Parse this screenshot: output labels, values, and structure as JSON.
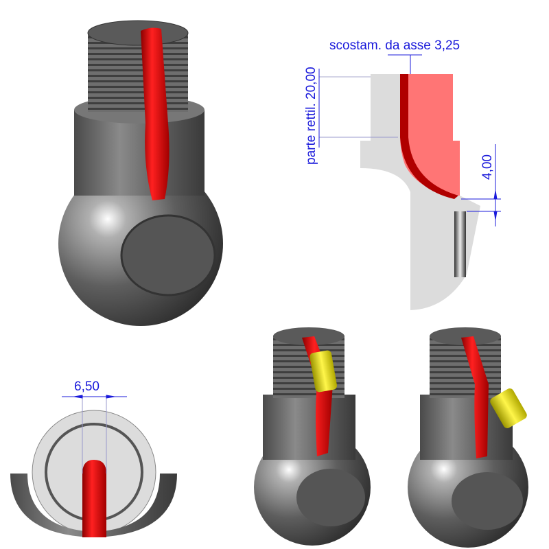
{
  "dimensions": {
    "offset_label": "scostam. da asse 3,25",
    "straight_part_label": "parte rettil. 20,00",
    "height_label": "4,00",
    "width_label": "6,50"
  },
  "colors": {
    "dimension": "#1a1adb",
    "channel_red": "#e00000",
    "section_red": "#ff7575",
    "section_grey": "#dcdcdc",
    "key_yellow": "#e8e000",
    "metal": "#6a6a6a"
  }
}
